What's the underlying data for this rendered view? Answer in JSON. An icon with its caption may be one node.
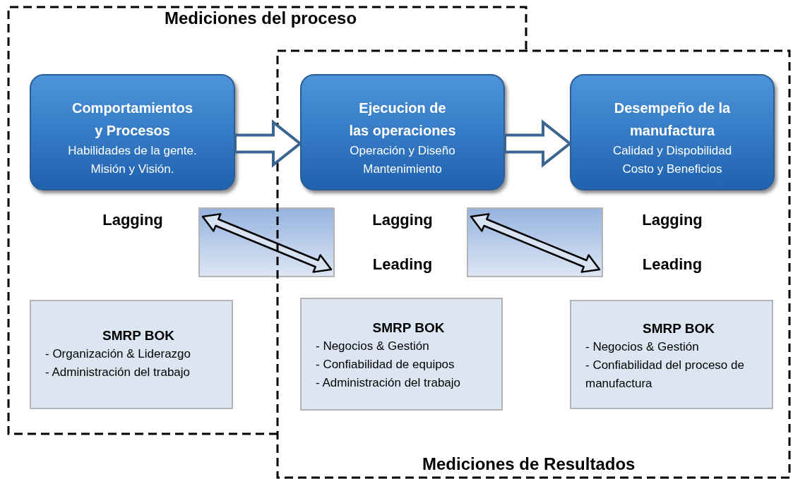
{
  "diagram": {
    "nodes": [
      {
        "text": [
          "Mediciones del proceso"
        ]
      },
      {
        "text": [
          "Mediciones de Resultados"
        ]
      },
      {
        "text": [
          "Comportamientos y Procesos",
          "Habilidades de la gente.",
          "Misión y Visión."
        ],
        "in": 0
      },
      {
        "text": [
          "Ejecucion de las operaciones",
          "Operación y Diseño",
          "Mantenimiento"
        ]
      },
      {
        "text": [
          "Desempeño de la manufactura",
          "Calidad y Dispobilidad",
          "Costo y Beneficios"
        ],
        "in": 1
      },
      {
        "text": [
          "SMRP BOK",
          "- Organización & Liderazgo",
          "- Administración del trabajo"
        ],
        "in": 0
      },
      {
        "text": [
          "SMRP BOK",
          "- Negocios & Gestión",
          "- Confiabilidad de equipos",
          "- Administración del trabajo"
        ]
      },
      {
        "text": [
          "SMRP BOK",
          "- Negocios & Gestión",
          "- Confiabilidad del proceso de manufactura"
        ],
        "in": 1
      }
    ],
    "edges": [
      {
        "from": 2,
        "to": 3,
        "arrow": "to",
        "style": "thick"
      },
      {
        "from": 3,
        "to": 4,
        "arrow": "to",
        "style": "thick"
      }
    ],
    "labels": [
      "Lagging",
      "Lagging",
      "Lagging",
      "Leading",
      "Leading"
    ]
  }
}
